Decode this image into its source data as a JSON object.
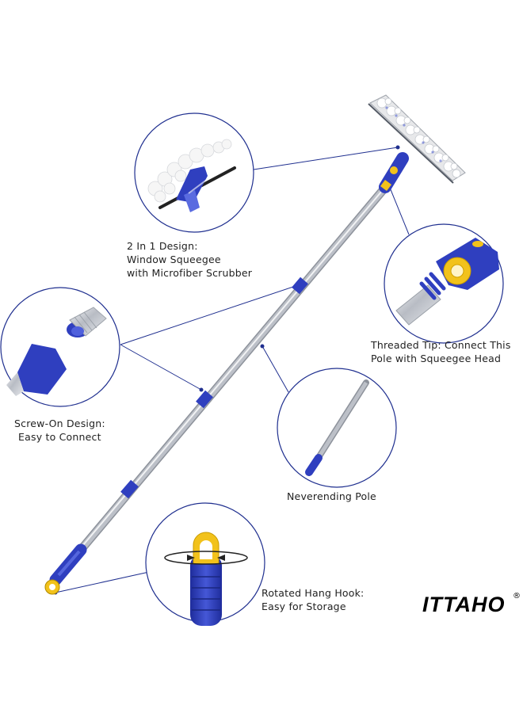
{
  "callouts": {
    "scrubber": {
      "line1": "2 In 1 Design:",
      "line2": "Window Squeegee",
      "line3": "with Microfiber Scrubber"
    },
    "threaded": {
      "line1": "Threaded Tip: Connect This",
      "line2": "Pole with Squeegee Head"
    },
    "screw": {
      "line1": "Screw-On Design:",
      "line2": "Easy to Connect"
    },
    "pole": {
      "line1": "Neverending Pole"
    },
    "hook": {
      "line1": "Rotated Hang Hook:",
      "line2": "Easy for Storage"
    }
  },
  "brand": {
    "name": "ITTAHO",
    "mark": "®"
  },
  "colors": {
    "blue": "#2f3fbf",
    "yellow": "#f2c21b",
    "steel": "#c9ccd2",
    "leader": "#1f2f8f"
  }
}
